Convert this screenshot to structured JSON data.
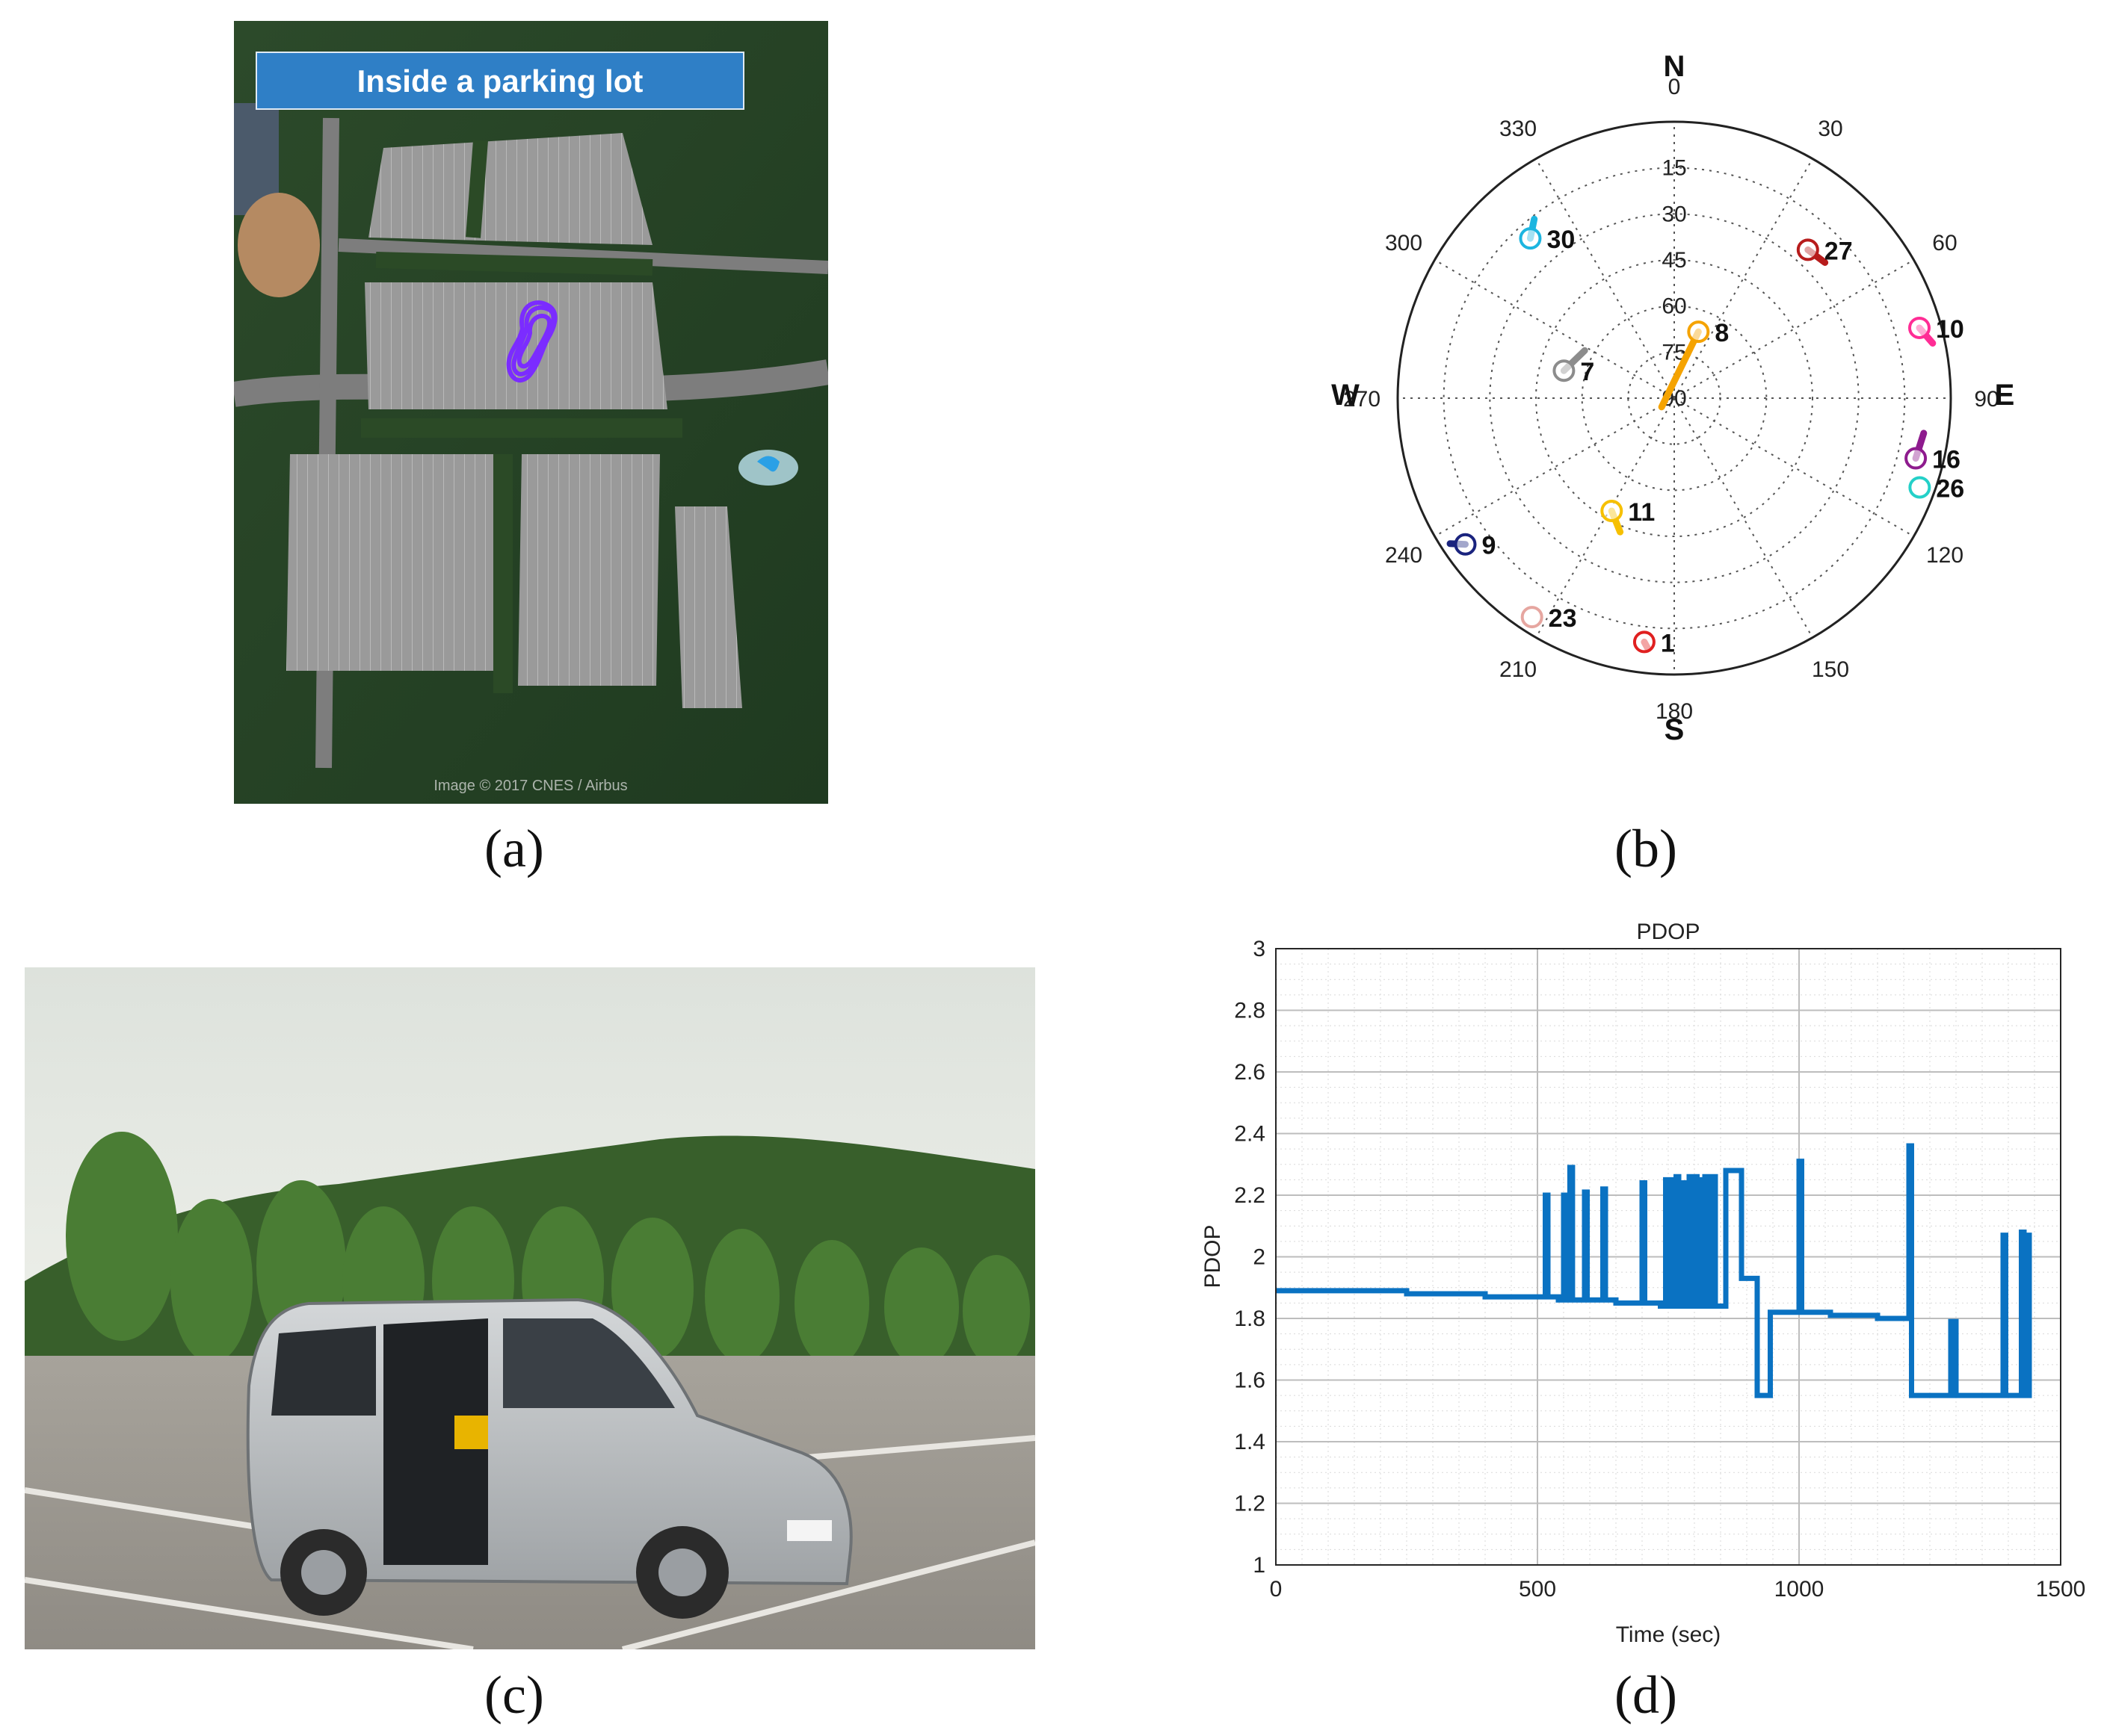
{
  "captions": {
    "a": "(a)",
    "b": "(b)",
    "c": "(c)",
    "d": "(d)"
  },
  "map": {
    "banner": "Inside a parking lot",
    "attribution": "Image © 2017 CNES / Airbus",
    "colors": {
      "track": "#7b2cff",
      "banner": "#2f7fc6",
      "vegetation": "#2f4a2a",
      "asphalt": "#8f8f8f"
    }
  },
  "photo": {
    "subject": "silver van in parking lot",
    "colors": {
      "sky": "#e4e7e2",
      "trees": "#3e6a2e",
      "pavement": "#a5a19a",
      "van": "#bfc2c4"
    }
  },
  "skyplot": {
    "directions": {
      "N": "N",
      "E": "E",
      "S": "S",
      "W": "W"
    },
    "azimuth_labels": [
      "0",
      "30",
      "60",
      "90",
      "120",
      "150",
      "180",
      "210",
      "240",
      "270",
      "300",
      "330"
    ],
    "elevation_labels": [
      "15",
      "30",
      "45",
      "60",
      "75",
      "90"
    ]
  },
  "chart_data": [
    {
      "type": "polar-scatter",
      "title": "",
      "axis": "azimuth (deg, clockwise from N) / elevation (deg)",
      "satellites": [
        {
          "prn": "1",
          "az": 187,
          "el": 10,
          "trail": [
            [
              186,
              8
            ]
          ],
          "color": "#e02020"
        },
        {
          "prn": "7",
          "az": 284,
          "el": 53,
          "trail": [
            [
              298,
              57
            ]
          ],
          "color": "#8c8c8c"
        },
        {
          "prn": "8",
          "az": 20,
          "el": 67,
          "trail": [
            [
              235,
              85
            ]
          ],
          "color": "#f5a300"
        },
        {
          "prn": "9",
          "az": 235,
          "el": 7,
          "trail": [
            [
              237,
              3
            ]
          ],
          "color": "#1a237e"
        },
        {
          "prn": "10",
          "az": 74,
          "el": 7,
          "trail": [
            [
              78,
              4
            ]
          ],
          "color": "#ff2d95"
        },
        {
          "prn": "11",
          "az": 209,
          "el": 48,
          "trail": [
            [
              202,
              43
            ]
          ],
          "color": "#f6c000"
        },
        {
          "prn": "16",
          "az": 104,
          "el": 9,
          "trail": [
            [
              98,
              8
            ]
          ],
          "color": "#8e1b8e"
        },
        {
          "prn": "23",
          "az": 213,
          "el": 5,
          "trail": [],
          "color": "#e6a6a0"
        },
        {
          "prn": "26",
          "az": 110,
          "el": 5,
          "trail": [],
          "color": "#24d0c8"
        },
        {
          "prn": "27",
          "az": 42,
          "el": 25,
          "trail": [
            [
              48,
              24
            ]
          ],
          "color": "#b71c1c"
        },
        {
          "prn": "30",
          "az": 318,
          "el": 20,
          "trail": [
            [
              322,
              16
            ]
          ],
          "color": "#1cb5e0"
        }
      ]
    },
    {
      "type": "line",
      "title": "PDOP",
      "xlabel": "Time (sec)",
      "ylabel": "PDOP",
      "xlim": [
        0,
        1500
      ],
      "ylim": [
        1,
        3
      ],
      "xticks": [
        0,
        500,
        1000,
        1500
      ],
      "yticks": [
        1,
        1.2,
        1.4,
        1.6,
        1.8,
        2,
        2.2,
        2.4,
        2.6,
        2.8,
        3
      ],
      "grid": true,
      "color": "#0a72c2",
      "points": [
        [
          0,
          1.89
        ],
        [
          250,
          1.89
        ],
        [
          250,
          1.88
        ],
        [
          400,
          1.88
        ],
        [
          400,
          1.87
        ],
        [
          515,
          1.87
        ],
        [
          515,
          2.2
        ],
        [
          520,
          2.2
        ],
        [
          520,
          1.87
        ],
        [
          540,
          1.87
        ],
        [
          540,
          1.86
        ],
        [
          550,
          1.86
        ],
        [
          550,
          2.2
        ],
        [
          555,
          2.2
        ],
        [
          555,
          1.86
        ],
        [
          562,
          1.86
        ],
        [
          562,
          2.29
        ],
        [
          567,
          2.29
        ],
        [
          567,
          1.86
        ],
        [
          590,
          1.86
        ],
        [
          590,
          2.21
        ],
        [
          595,
          2.21
        ],
        [
          595,
          1.86
        ],
        [
          625,
          1.86
        ],
        [
          625,
          2.22
        ],
        [
          630,
          2.22
        ],
        [
          630,
          1.86
        ],
        [
          650,
          1.86
        ],
        [
          650,
          1.85
        ],
        [
          700,
          1.85
        ],
        [
          700,
          2.24
        ],
        [
          705,
          2.24
        ],
        [
          705,
          1.85
        ],
        [
          735,
          1.85
        ],
        [
          735,
          1.84
        ],
        [
          745,
          1.84
        ],
        [
          745,
          2.25
        ],
        [
          750,
          2.25
        ],
        [
          750,
          1.84
        ],
        [
          755,
          1.84
        ],
        [
          755,
          2.25
        ],
        [
          760,
          2.25
        ],
        [
          760,
          1.84
        ],
        [
          765,
          1.84
        ],
        [
          765,
          2.26
        ],
        [
          770,
          2.26
        ],
        [
          770,
          1.84
        ],
        [
          775,
          1.84
        ],
        [
          775,
          2.24
        ],
        [
          780,
          2.24
        ],
        [
          780,
          1.84
        ],
        [
          790,
          1.84
        ],
        [
          790,
          2.26
        ],
        [
          795,
          2.26
        ],
        [
          795,
          1.84
        ],
        [
          800,
          1.84
        ],
        [
          800,
          2.26
        ],
        [
          805,
          2.26
        ],
        [
          805,
          1.84
        ],
        [
          810,
          1.84
        ],
        [
          810,
          2.25
        ],
        [
          815,
          2.25
        ],
        [
          815,
          1.84
        ],
        [
          820,
          1.84
        ],
        [
          820,
          2.26
        ],
        [
          825,
          2.26
        ],
        [
          825,
          1.84
        ],
        [
          835,
          1.84
        ],
        [
          835,
          2.26
        ],
        [
          840,
          2.26
        ],
        [
          840,
          1.84
        ],
        [
          860,
          1.84
        ],
        [
          860,
          2.28
        ],
        [
          890,
          2.28
        ],
        [
          890,
          1.93
        ],
        [
          920,
          1.93
        ],
        [
          920,
          1.55
        ],
        [
          945,
          1.55
        ],
        [
          945,
          1.82
        ],
        [
          1000,
          1.82
        ],
        [
          1000,
          2.31
        ],
        [
          1005,
          2.31
        ],
        [
          1005,
          1.82
        ],
        [
          1060,
          1.82
        ],
        [
          1060,
          1.81
        ],
        [
          1150,
          1.81
        ],
        [
          1150,
          1.8
        ],
        [
          1210,
          1.8
        ],
        [
          1210,
          2.36
        ],
        [
          1215,
          2.36
        ],
        [
          1215,
          1.55
        ],
        [
          1290,
          1.55
        ],
        [
          1290,
          1.79
        ],
        [
          1300,
          1.79
        ],
        [
          1300,
          1.55
        ],
        [
          1390,
          1.55
        ],
        [
          1390,
          2.07
        ],
        [
          1395,
          2.07
        ],
        [
          1395,
          1.55
        ],
        [
          1425,
          1.55
        ],
        [
          1425,
          2.08
        ],
        [
          1430,
          2.08
        ],
        [
          1430,
          1.55
        ],
        [
          1435,
          1.55
        ],
        [
          1435,
          2.07
        ],
        [
          1440,
          2.07
        ],
        [
          1440,
          1.55
        ],
        [
          1445,
          1.55
        ]
      ]
    }
  ]
}
